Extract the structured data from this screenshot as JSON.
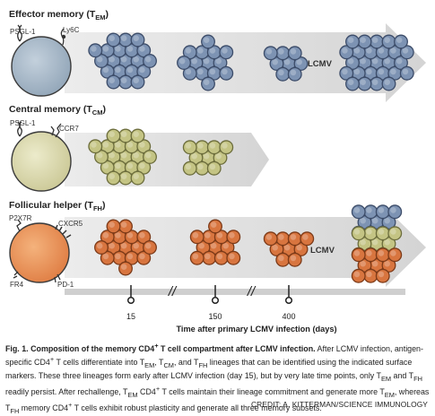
{
  "rows": [
    {
      "title": "Effector memory (T",
      "sub": "EM",
      "close": ")",
      "markers": [
        "PSGL-1",
        "Ly6C"
      ],
      "cell_color": "#9fb3c4",
      "cluster_color": "#6f84a4",
      "nucleus_color": "#5d7294",
      "end_label": "LCMV"
    },
    {
      "title": "Central memory (T",
      "sub": "CM",
      "close": ")",
      "markers": [
        "PSGL-1",
        "CCR7"
      ],
      "cell_color": "#d8d6ad",
      "cluster_color": "#c4c485",
      "nucleus_color": "#a8aa66"
    },
    {
      "title": "Follicular helper (T",
      "sub": "FH",
      "close": ")",
      "markers": [
        "P2X7R",
        "CXCR5",
        "FR4",
        "PD-1"
      ],
      "cell_color": "#e79058",
      "cluster_color": "#d8753f",
      "nucleus_color": "#b65d2c",
      "end_label": "LCMV"
    }
  ],
  "timeline": {
    "ticks": [
      "15",
      "150",
      "400"
    ],
    "axis_label": "Time after primary LCMV infection (days)",
    "break_symbol": "//"
  },
  "caption": {
    "fig_label": "Fig. 1. Composition of the memory CD4",
    "fig_label_sup": "+",
    "fig_label_rest": " T cell compartment after LCMV infection.",
    "s1": " After LCMV infection, antigen-specific CD4",
    "s1_sup": "+",
    "s2": " T cells differentiate into T",
    "sub_em": "EM",
    "c1": ", T",
    "sub_cm": "CM",
    "c2": ", and T",
    "sub_fh": "FH",
    "s3": " lineages that can be identified using the indicated surface markers. These three lineages form early after LCMV infection (day 15), but by very late time points, only T",
    "s4": " and T",
    "s5": " readily persist. After rechallenge, T",
    "s6": " CD4",
    "s6_sup": "+",
    "s7": " T cells maintain their lineage commitment and generate more T",
    "s8": ", whereas T",
    "s9": " memory CD4",
    "s9_sup": "+",
    "s10": " T cells exhibit robust plasticity and generate all three memory subsets."
  },
  "credit": "CREDIT: A. KITTERMAN/SCIENCE IMMUNOLOGY"
}
